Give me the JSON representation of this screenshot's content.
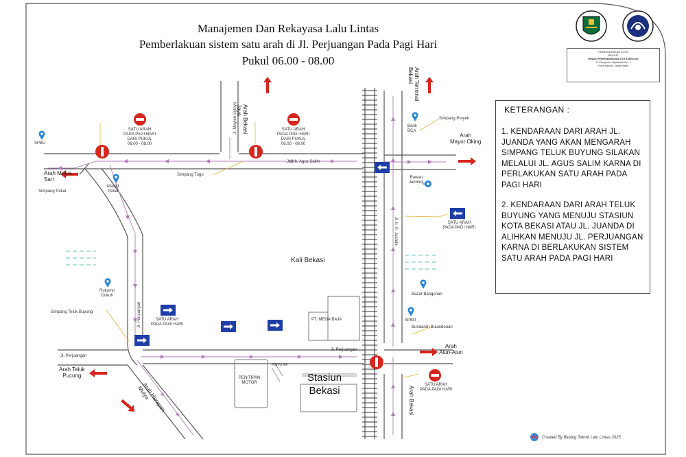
{
  "title": {
    "line1": "Manajemen Dan Rekayasa Lalu Lintas",
    "line2": "Pemberlakuan sistem satu arah di Jl. Perjuangan Pada Pagi Hari",
    "line3": "Pukul 06.00 - 08.00"
  },
  "legend": {
    "heading": "KETERANGAN :",
    "item1": "1. KENDARAAN DARI ARAH JL. JUANDA YANG AKAN MENGARAH SIMPANG TELUK BUYUNG SILAKAN MELALUI JL. AGUS SALIM KARNA DI PERLAKUKAN SATU ARAH PADA PAGI HARI",
    "item2": "2. KENDARAAN DARI ARAH TELUK BUYUNG YANG MENUJU STASIUN KOTA BEKASI ATAU JL. JUANDA DI ALIHKAN MENUJU JL. PERJUANGAN KARNA DI BERLAKUKAN SISTEM SATU ARAH PADA PAGI HARI"
  },
  "agency": {
    "line1": "PEMERINTAHAN KOTA",
    "line2": "BEKASI",
    "line3": "DINAS PERHUBUNGAN KOTA BEKASI",
    "line4": "Jl. Pangeran Jayakarta No. 1",
    "line5": "Kota Bekasi, Jawa Barat"
  },
  "labels": {
    "spbu1": "SPBU",
    "arah_mulya_sari": "Arah Mulya\nSari",
    "simpang_pekal": "Simpang Pekal",
    "masjid": "Masjid\nPekal",
    "simpang_tugu": "Simpang Tugu",
    "jl_agus_salim": "Jl. Kh. Agus Salim",
    "jl_mayjen": "Jl. Mayjen Sutoyo",
    "arah_bekasi_jaya": "Arah Bekasi\nJaya",
    "arah_terminal": "Arah Terminal\nBekasi",
    "simpang_proyek": "Simpang Proyek",
    "bank_bca": "Bank\nBCA",
    "arah_mayor_oking": "Arah\nMayor Oking",
    "rawan_jambret": "Rawan\nJambret",
    "satu_arah_pagi_right": "SATU ARAH\nPADA PAGI HARI",
    "jl_juanda": "Jl. Ir. H. Juanda",
    "kali_bekasi": "Kali Bekasi",
    "ruko_dukuh": "Ruko/nn\nDukuh",
    "simpang_teluk_buyung": "Simpang Teluk Buyung",
    "jl_perjuangan_v": "Jl. Perjuangan",
    "satu_arah_pagi_left": "SATU ARAH\nPADA PAGI HARI",
    "pt_mega_baja": "PT. MEGA BAJA",
    "bazar_bangunan": "Bazar Bangunan",
    "spbu2": "SPBU",
    "bundaran": "Bundaran Bulandouan",
    "arah_alun_alun": "Arah\nAlun-Alun",
    "jl_perjuangan_h": "Jl. Perjuangan",
    "jl_perjuangan_h2": "Jl. Perjuangan",
    "arah_teluk_pucung": "Arah Teluk\nPucung",
    "arah_harapan_mulya": "Arah Harapan\nMulya",
    "parkir_motor": "PENITIPAN\nMOTOR",
    "stasiun": "Stasiun\nBekasi",
    "arah_bekasi_utara": "Arah Bekasi",
    "pintu_kereta": "PINTU KA",
    "sign_left_top": "SATU ARAH\nPADA PAGI HARI\nDARI PUKUL\n06.00 - 08.00",
    "sign_mid_top": "SATU ARAH\nPADA PAGI HARI\nDARI PUKUL\n06.00 - 08.00",
    "sign_bottom_right": "SATU ARAH\nPADA PAGI HARI"
  },
  "credit": "Created By Bidang Teknik Lalu Lintas 2025",
  "colors": {
    "road": "#555555",
    "flow_arrow": "#b07ab8",
    "sign_red": "#d7261e",
    "sign_blue": "#1f3fa8",
    "red_arrow": "#d7261e",
    "pin_blue": "#2a86d6",
    "river": "#7fd0c9"
  }
}
